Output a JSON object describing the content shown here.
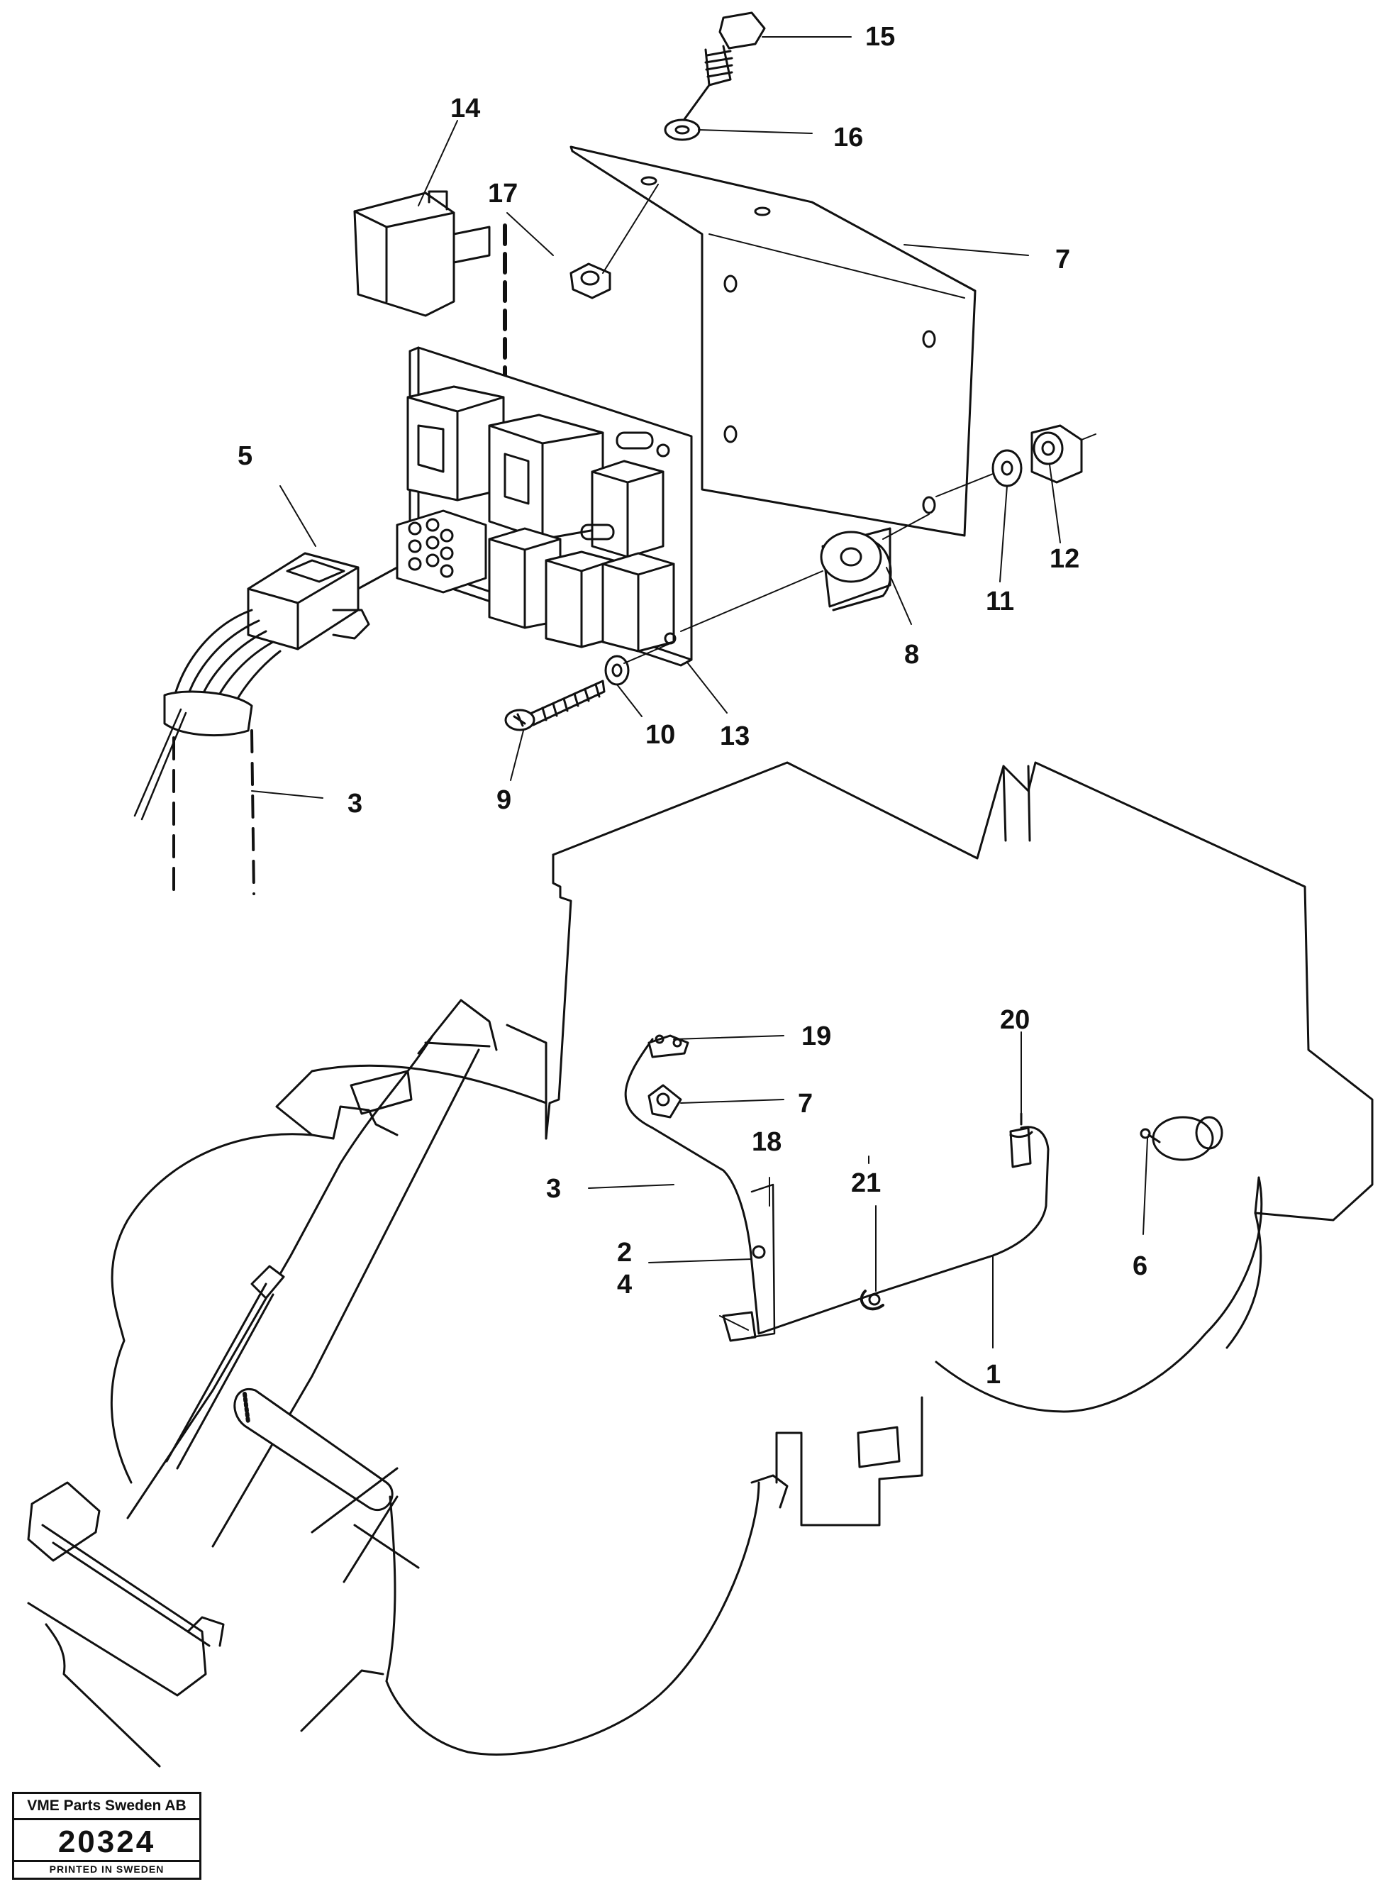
{
  "callouts": {
    "c1": "1",
    "c2": "2",
    "c3a": "3",
    "c3b": "3",
    "c4": "4",
    "c5": "5",
    "c6": "6",
    "c7a": "7",
    "c7b": "7",
    "c8": "8",
    "c9": "9",
    "c10": "10",
    "c11": "11",
    "c12": "12",
    "c13": "13",
    "c14": "14",
    "c15": "15",
    "c16": "16",
    "c17": "17",
    "c18": "18",
    "c19": "19",
    "c20": "20",
    "c21": "21"
  },
  "stamp": {
    "company": "VME Parts Sweden AB",
    "doc_number": "20324",
    "printed": "PRINTED IN SWEDEN"
  }
}
